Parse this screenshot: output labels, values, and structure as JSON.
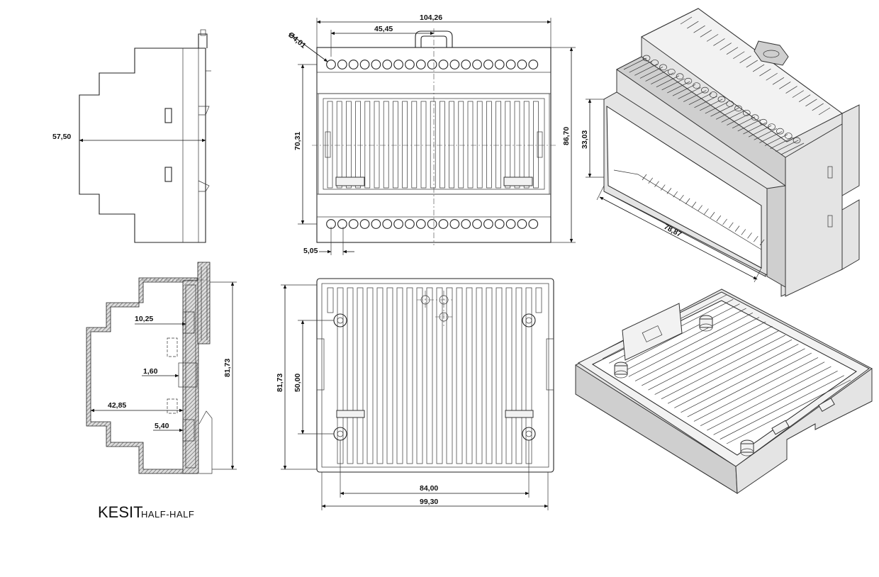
{
  "brand": {
    "name": "KESIT",
    "subtitle": "HALF-HALF"
  },
  "dimensions": {
    "side_depth": "57,50",
    "front_total_width": "104,26",
    "front_terminal_span": "45,45",
    "front_hole_diameter": "Ø4,01",
    "front_inner_height": "70,31",
    "front_total_height": "86,70",
    "front_pitch": "5,05",
    "iso_window_height": "33,03",
    "iso_window_length": "78,87",
    "section_wall": "10,25",
    "section_thickness": "1,60",
    "section_depth": "42,85",
    "section_step": "5,40",
    "section_height": "81,73",
    "base_height": "81,73",
    "base_hole_vertical": "50,00",
    "base_hole_horizontal": "84,00",
    "base_width": "99,30"
  },
  "colors": {
    "line": "#222222",
    "shade_light": "#e4e4e4",
    "shade_mid": "#cfcfcf"
  }
}
